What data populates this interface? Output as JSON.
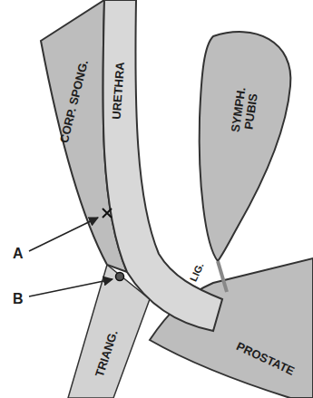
{
  "diagram": {
    "labels": [
      "CORP. SPONG.",
      "URETHRA",
      "SYMPH. PUBIS",
      "LIG.",
      "PROSTATE",
      "TRIANG.",
      "A",
      "B"
    ]
  }
}
